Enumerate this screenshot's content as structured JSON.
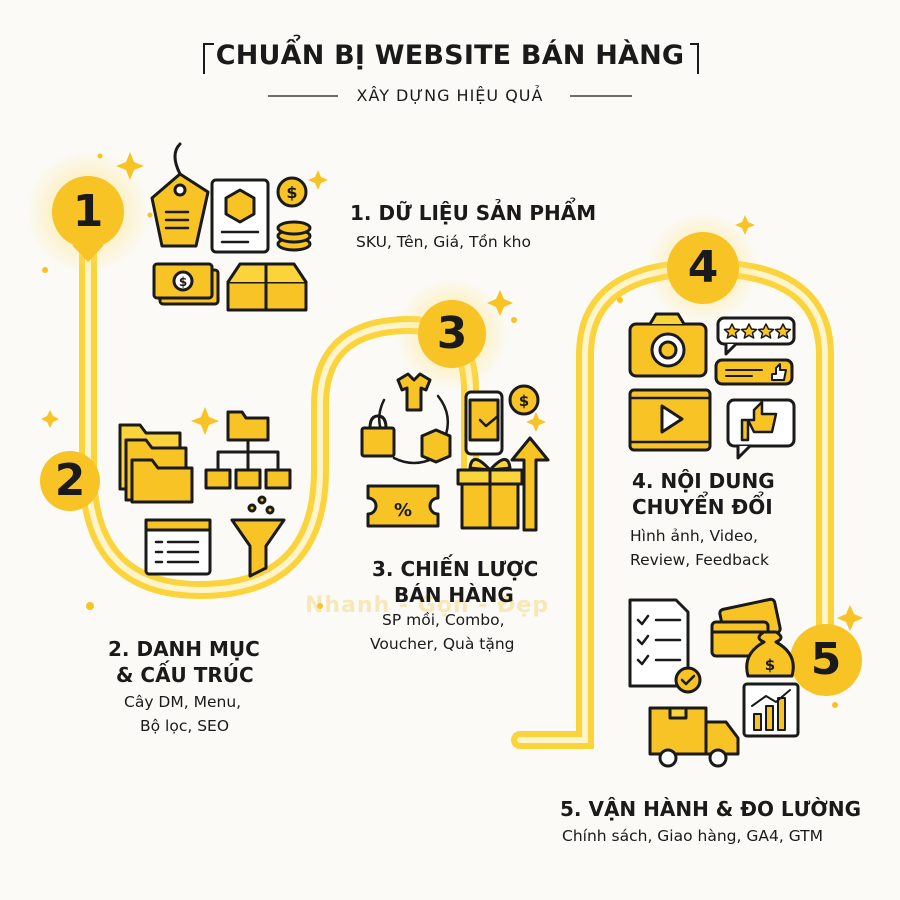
{
  "header": {
    "title": "CHUẨN BỊ WEBSITE BÁN HÀNG",
    "subtitle": "XÂY DỰNG HIỆU QUẢ"
  },
  "steps": [
    {
      "number": "1",
      "title_lines": [
        "1. DỮ LIỆU SẢN PHẨM"
      ],
      "desc_lines": [
        "SKU, Tên, Giá, Tồn kho"
      ]
    },
    {
      "number": "2",
      "title_lines": [
        "2. DANH MỤC",
        "& CẤU TRÚC"
      ],
      "desc_lines": [
        "Cây DM, Menu,",
        "Bộ lọc, SEO"
      ]
    },
    {
      "number": "3",
      "title_lines": [
        "3. CHIẾN LƯỢC",
        "BÁN HÀNG"
      ],
      "desc_lines": [
        "SP mồi, Combo,",
        "Voucher, Quà tặng"
      ]
    },
    {
      "number": "4",
      "title_lines": [
        "4. NỘI DUNG",
        "CHUYỂN ĐỔI"
      ],
      "desc_lines": [
        "Hình ảnh, Video,",
        "Review, Feedback"
      ]
    },
    {
      "number": "5",
      "title_lines": [
        "5. VẬN HÀNH & ĐO LƯỜNG"
      ],
      "desc_lines": [
        "Chính sách, Giao hàng, GA4, GTM"
      ]
    }
  ],
  "watermark": "Nhanh - Gọn - Đẹp",
  "colors": {
    "accent": "#f7c325",
    "accent_dark": "#e0a800",
    "path": "#fbd33a",
    "path_light": "#fde9a0",
    "ink": "#1a1a1a"
  },
  "icons": [
    "price-tag-icon",
    "product-box-card-icon",
    "coin-icon",
    "coin-stack-icon",
    "cash-stack-icon",
    "open-box-icon",
    "folder-stack-icon",
    "sitemap-icon",
    "filter-funnel-icon",
    "browser-list-icon",
    "tshirt-icon",
    "shopping-bag-icon",
    "small-box-icon",
    "mobile-shop-icon",
    "dollar-coin-icon",
    "voucher-icon",
    "gift-box-icon",
    "growth-arrow-icon",
    "camera-icon",
    "star-rating-icon",
    "chat-like-icon",
    "video-player-icon",
    "thumbs-up-icon",
    "checklist-icon",
    "credit-card-icon",
    "money-bag-icon",
    "delivery-truck-icon",
    "growth-chart-icon"
  ]
}
